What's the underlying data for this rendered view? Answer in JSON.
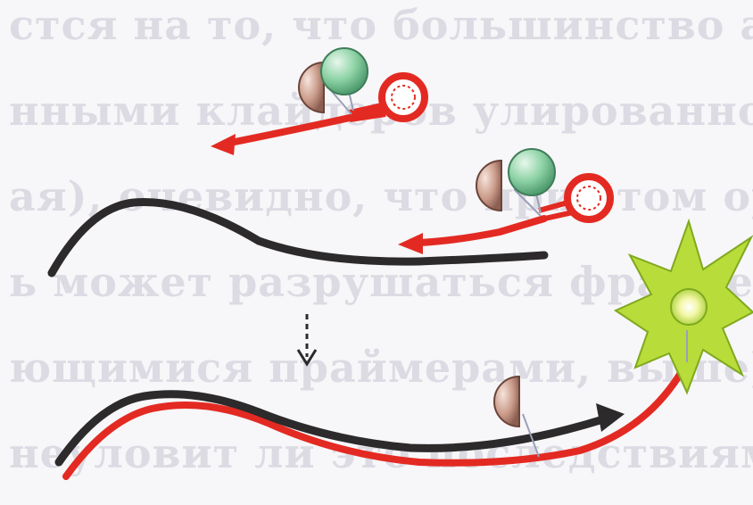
{
  "background_text_lines": [
    "стся на то, что большинство акторов",
    "нными клайдеров улированной аутор",
    "ая), очевидно, что при этом орой",
    "ь может разрушаться фрагментом",
    "ющимися праймерами, выше) Сложно",
    "неуловит ли это последствиями коры"
  ],
  "colors": {
    "probe_red": "#e32a22",
    "template_black": "#2c2a2b",
    "quencher_brown": "#b98a79",
    "reporter_green": "#7fc99a",
    "burst_green": "#b8dc3a",
    "burst_core": "#f1f4a4"
  },
  "icons": [
    "quencher-sphere",
    "reporter-sphere",
    "hairpin-loop",
    "fluorescence-burst",
    "dashed-down-arrow"
  ]
}
